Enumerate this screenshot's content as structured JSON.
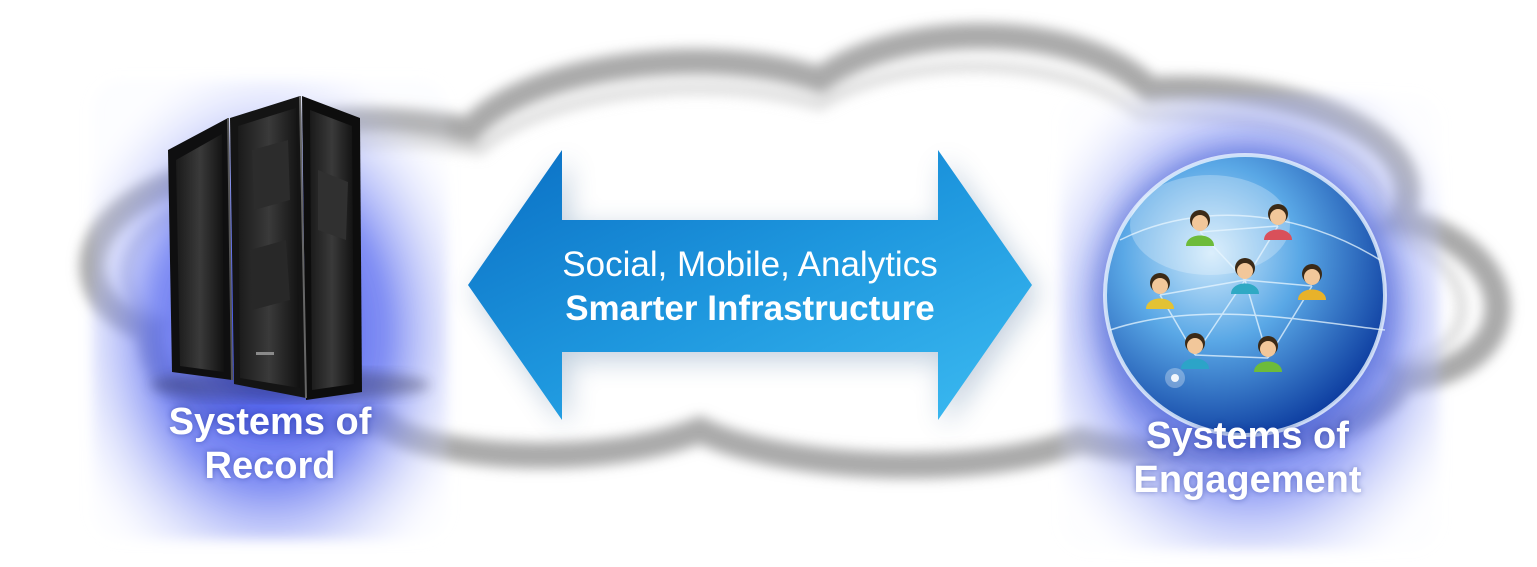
{
  "colors": {
    "cloud_ring": "#9a9a9a",
    "box_glow": "#2f45e0",
    "arrow_dark": "#0a78c8",
    "arrow_light": "#3fb8f0",
    "label_text": "#ffffff",
    "globe_dark": "#0b3ea8",
    "globe_light": "#7ec8f5"
  },
  "left_panel": {
    "icon": "mainframe-server-icon",
    "label_line1": "Systems of",
    "label_line2": "Record"
  },
  "arrow": {
    "icon": "double-headed-arrow",
    "line1": "Social, Mobile, Analytics",
    "line2": "Smarter Infrastructure"
  },
  "right_panel": {
    "icon": "globe-people-network-icon",
    "label_line1": "Systems of",
    "label_line2": "Engagement"
  }
}
